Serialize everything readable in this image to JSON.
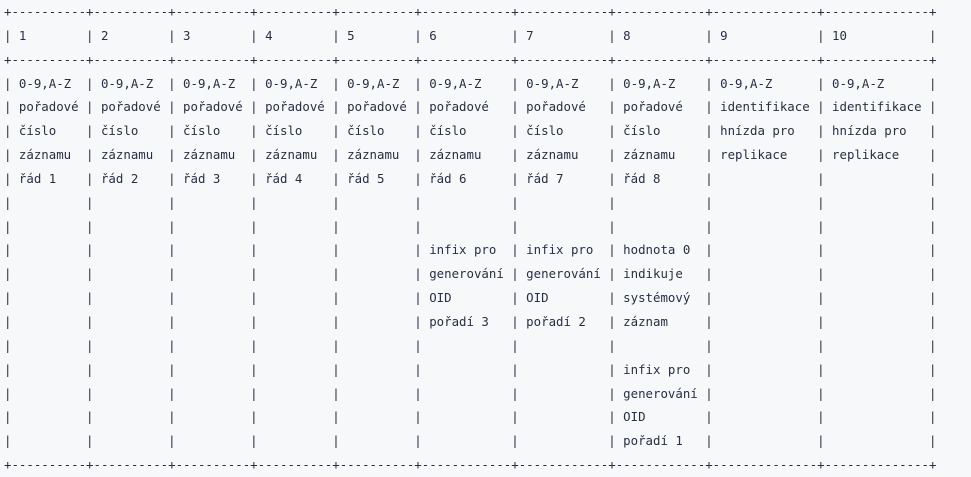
{
  "page": {
    "background_color": "#f6f8fa",
    "text_color": "#273043"
  },
  "ascii_table": {
    "lines": [
      "+----------+----------+----------+----------+----------+------------+------------+------------+--------------+--------------+",
      "| 1        | 2        | 3        | 4        | 5        | 6          | 7          | 8          | 9            | 10           |",
      "+----------+----------+----------+----------+----------+------------+------------+------------+--------------+--------------+",
      "| 0-9,A-Z  | 0-9,A-Z  | 0-9,A-Z  | 0-9,A-Z  | 0-9,A-Z  | 0-9,A-Z    | 0-9,A-Z    | 0-9,A-Z    | 0-9,A-Z      | 0-9,A-Z      |",
      "| pořadové | pořadové | pořadové | pořadové | pořadové | pořadové   | pořadové   | pořadové   | identifikace | identifikace |",
      "| číslo    | číslo    | číslo    | číslo    | číslo    | číslo      | číslo      | číslo      | hnízda pro   | hnízda pro   |",
      "| záznamu  | záznamu  | záznamu  | záznamu  | záznamu  | záznamu    | záznamu    | záznamu    | replikace    | replikace    |",
      "| řád 1    | řád 2    | řád 3    | řád 4    | řád 5    | řád 6      | řád 7      | řád 8      |              |              |",
      "|          |          |          |          |          |            |            |            |              |              |",
      "|          |          |          |          |          |            |            |            |              |              |",
      "|          |          |          |          |          | infix pro  | infix pro  | hodnota 0  |              |              |",
      "|          |          |          |          |          | generování | generování | indikuje   |              |              |",
      "|          |          |          |          |          | OID        | OID        | systémový  |              |              |",
      "|          |          |          |          |          | pořadí 3   | pořadí 2   | záznam     |              |              |",
      "|          |          |          |          |          |            |            |            |              |              |",
      "|          |          |          |          |          |            |            | infix pro  |              |              |",
      "|          |          |          |          |          |            |            | generování |              |              |",
      "|          |          |          |          |          |            |            | OID        |              |              |",
      "|          |          |          |          |          |            |            | pořadí 1   |              |              |",
      "+----------+----------+----------+----------+----------+------------+------------+------------+--------------+--------------+"
    ],
    "columns": [
      {
        "header": "1",
        "cell_lines": [
          "0-9,A-Z",
          "pořadové",
          "číslo",
          "záznamu",
          "řád 1"
        ]
      },
      {
        "header": "2",
        "cell_lines": [
          "0-9,A-Z",
          "pořadové",
          "číslo",
          "záznamu",
          "řád 2"
        ]
      },
      {
        "header": "3",
        "cell_lines": [
          "0-9,A-Z",
          "pořadové",
          "číslo",
          "záznamu",
          "řád 3"
        ]
      },
      {
        "header": "4",
        "cell_lines": [
          "0-9,A-Z",
          "pořadové",
          "číslo",
          "záznamu",
          "řád 4"
        ]
      },
      {
        "header": "5",
        "cell_lines": [
          "0-9,A-Z",
          "pořadové",
          "číslo",
          "záznamu",
          "řád 5"
        ]
      },
      {
        "header": "6",
        "cell_lines": [
          "0-9,A-Z",
          "pořadové",
          "číslo",
          "záznamu",
          "řád 6",
          "",
          "",
          "infix pro",
          "generování",
          "OID",
          "pořadí 3"
        ]
      },
      {
        "header": "7",
        "cell_lines": [
          "0-9,A-Z",
          "pořadové",
          "číslo",
          "záznamu",
          "řád 7",
          "",
          "",
          "infix pro",
          "generování",
          "OID",
          "pořadí 2"
        ]
      },
      {
        "header": "8",
        "cell_lines": [
          "0-9,A-Z",
          "pořadové",
          "číslo",
          "záznamu",
          "řád 8",
          "",
          "",
          "hodnota 0",
          "indikuje",
          "systémový",
          "záznam",
          "",
          "infix pro",
          "generování",
          "OID",
          "pořadí 1"
        ]
      },
      {
        "header": "9",
        "cell_lines": [
          "0-9,A-Z",
          "identifikace",
          "hnízda pro",
          "replikace"
        ]
      },
      {
        "header": "10",
        "cell_lines": [
          "0-9,A-Z",
          "identifikace",
          "hnízda pro",
          "replikace"
        ]
      }
    ]
  }
}
